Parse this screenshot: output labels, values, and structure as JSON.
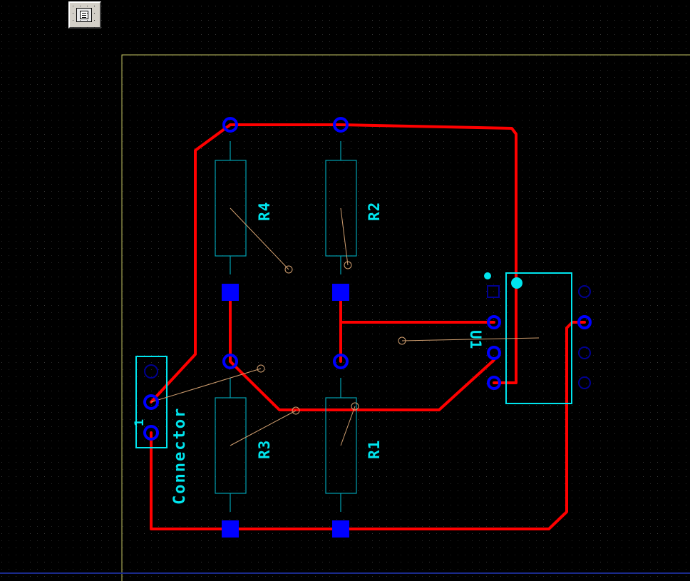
{
  "toolbar": {
    "button_icon": "layers-icon"
  },
  "colors": {
    "background": "#000000",
    "grid": "#3a3a3a",
    "board_outline": "#c8c864",
    "trace": "#ff0000",
    "pad": "#0000ff",
    "silkscreen": "#00e5ee",
    "ratsnest": "#d2a070"
  },
  "components": {
    "r4": {
      "designator": "R4"
    },
    "r2": {
      "designator": "R2"
    },
    "r3": {
      "designator": "R3"
    },
    "r1": {
      "designator": "R1"
    },
    "u1": {
      "designator": "U1"
    },
    "connector": {
      "designator": "Connector",
      "pin1_label": "1"
    }
  }
}
